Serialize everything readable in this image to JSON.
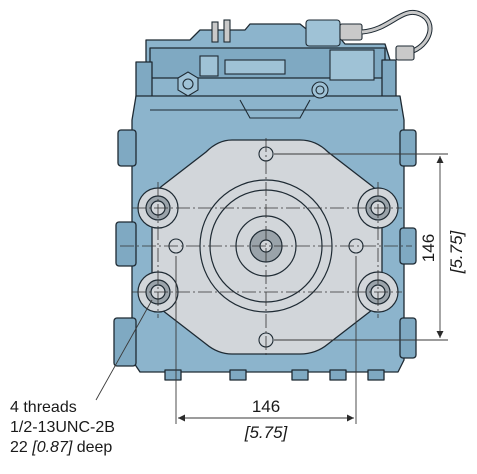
{
  "colors": {
    "body_blue": "#8cb4cc",
    "body_shade": "#6f9bb6",
    "plate_gray": "#d2d6da",
    "outline": "#1e2a33",
    "dim_line": "#3a3a3a",
    "wire_gray": "#c9c9c9"
  },
  "dimensions": {
    "horizontal": {
      "value_mm": "146",
      "value_in": "[5.75]"
    },
    "vertical": {
      "value_mm": "146",
      "value_in": "[5.75]"
    }
  },
  "callout": {
    "line1": "4 threads",
    "line2": "1/2-13UNC-2B",
    "line3_value": "22",
    "line3_inches": "[0.87]",
    "line3_suffix": "deep"
  },
  "icons": [
    "pump-body-drawing",
    "mounting-bolt-icon",
    "connector-plug-icon",
    "shaft-center-icon"
  ]
}
